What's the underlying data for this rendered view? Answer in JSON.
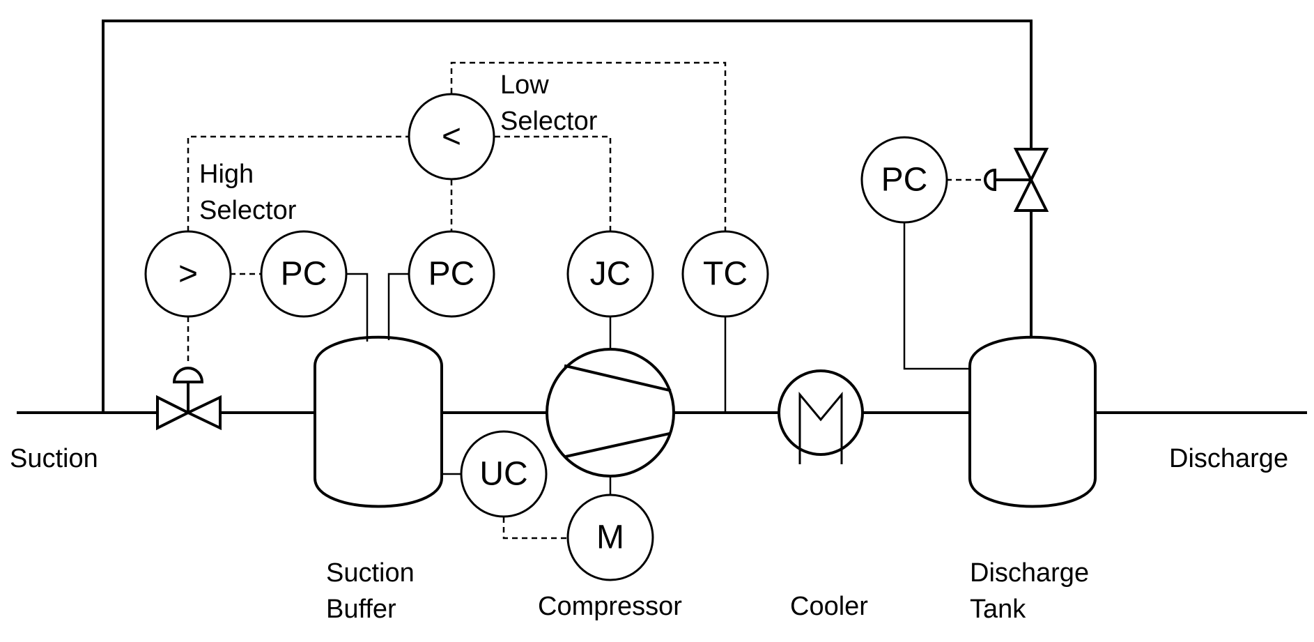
{
  "instruments": {
    "high_selector": ">",
    "low_selector": "<",
    "pc_1": "PC",
    "pc_2": "PC",
    "jc": "JC",
    "tc": "TC",
    "uc": "UC",
    "motor": "M",
    "pc_discharge": "PC"
  },
  "labels": {
    "suction": "Suction",
    "discharge": "Discharge",
    "high_selector_line1": "High",
    "high_selector_line2": "Selector",
    "low_selector_line1": "Low",
    "low_selector_line2": "Selector",
    "suction_buffer_line1": "Suction",
    "suction_buffer_line2": "Buffer",
    "compressor": "Compressor",
    "cooler": "Cooler",
    "discharge_tank_line1": "Discharge",
    "discharge_tank_line2": "Tank"
  }
}
